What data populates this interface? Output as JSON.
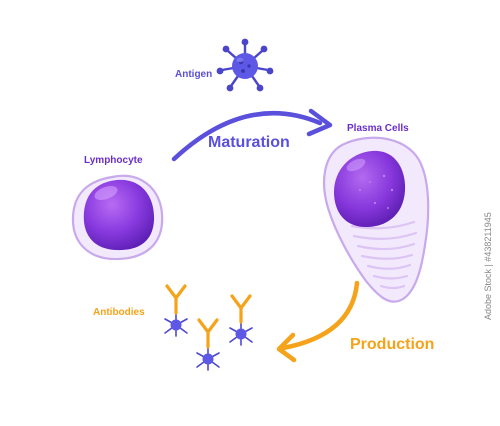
{
  "labels": {
    "antigen": "Antigen",
    "lymphocyte": "Lymphocyte",
    "maturation": "Maturation",
    "plasma_cells": "Plasma Cells",
    "antibodies": "Antibodies",
    "production": "Production"
  },
  "stock_id": "Adobe Stock | #438211945",
  "colors": {
    "violet": "#6b2fc9",
    "indigo": "#5a50dc",
    "orange": "#f5a31a",
    "membrane": "#c7a9ec",
    "cytoplasm": "#f3e9fd",
    "antibody_blue": "#4d48d0"
  }
}
